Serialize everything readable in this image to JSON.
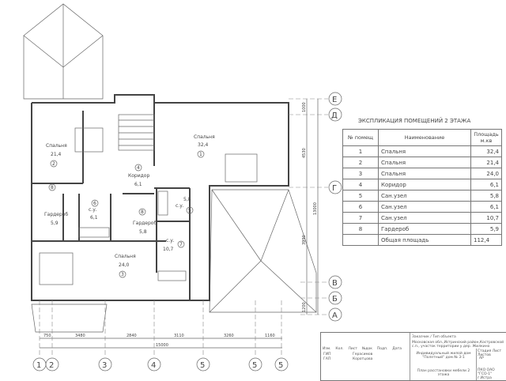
{
  "explication": {
    "title": "ЭКСПЛИКАЦИЯ ПОМЕЩЕНИЙ 2 ЭТАЖА",
    "headers": [
      "№ помещ",
      "Наименование",
      "Площадь м.кв"
    ],
    "rows": [
      {
        "num": "1",
        "name": "Спальня",
        "area": "32,4"
      },
      {
        "num": "2",
        "name": "Спальня",
        "area": "21,4"
      },
      {
        "num": "3",
        "name": "Спальня",
        "area": "24,0"
      },
      {
        "num": "4",
        "name": "Коридор",
        "area": "6,1"
      },
      {
        "num": "5",
        "name": "Сан.узел",
        "area": "5,8"
      },
      {
        "num": "6",
        "name": "Сан.узел",
        "area": "6,1"
      },
      {
        "num": "7",
        "name": "Сан.узел",
        "area": "10,7"
      },
      {
        "num": "8",
        "name": "Гардероб",
        "area": "5,9"
      }
    ],
    "total_label": "Общая площадь",
    "total_value": "112,4"
  },
  "rooms": [
    {
      "name": "Спальня",
      "area": "32,4",
      "num": "1"
    },
    {
      "name": "Спальня",
      "area": "21,4",
      "num": "2"
    },
    {
      "name": "Спальня",
      "area": "24,0",
      "num": "3"
    },
    {
      "name": "Коридор",
      "area": "6,1",
      "num": "4"
    },
    {
      "name": "с.у.",
      "area": "5,8",
      "num": "5"
    },
    {
      "name": "с.у.",
      "area": "6,1",
      "num": "6"
    },
    {
      "name": "с.у.",
      "area": "10,7",
      "num": "7"
    },
    {
      "name": "Гардероб",
      "area": "5,9",
      "num": "8"
    },
    {
      "name": "Гардероб",
      "area": "5,8",
      "num": "8"
    }
  ],
  "dimensions": {
    "horizontal": [
      "750",
      "3480",
      "2840",
      "3110",
      "3260",
      "1160"
    ],
    "horizontal_total": "15000",
    "vertical": [
      "1000",
      "4530",
      "3990",
      "1200"
    ],
    "vertical_total": "13000"
  },
  "axes": {
    "bottom": [
      "1",
      "2",
      "3",
      "4",
      "5",
      "5",
      "5"
    ],
    "right": [
      "Е",
      "Д",
      "Г",
      "В",
      "Б",
      "А"
    ]
  },
  "stamp": {
    "headers": [
      "Изм.",
      "Кол.",
      "Лист",
      "№док",
      "Подп.",
      "Дата"
    ],
    "roles": [
      "ГИП",
      "ГАП"
    ],
    "names": [
      "Герасимов",
      "Коротцова"
    ],
    "address": "Московская обл.,Истринский район,Костровской с.п., участок территории у дер. Жилкино",
    "address_label": "Заказчик / Тип объекта",
    "object": "Индивидуальный жилой дом \"Полетный\" дом № 3-1",
    "sheet_title": "План расстановки мебели 2 этажа",
    "stage_headers": [
      "Стадия",
      "Лист",
      "Листов"
    ],
    "stage": "АР",
    "org": "ПКО ОАО \"ГСО-1\" г.Истра"
  }
}
